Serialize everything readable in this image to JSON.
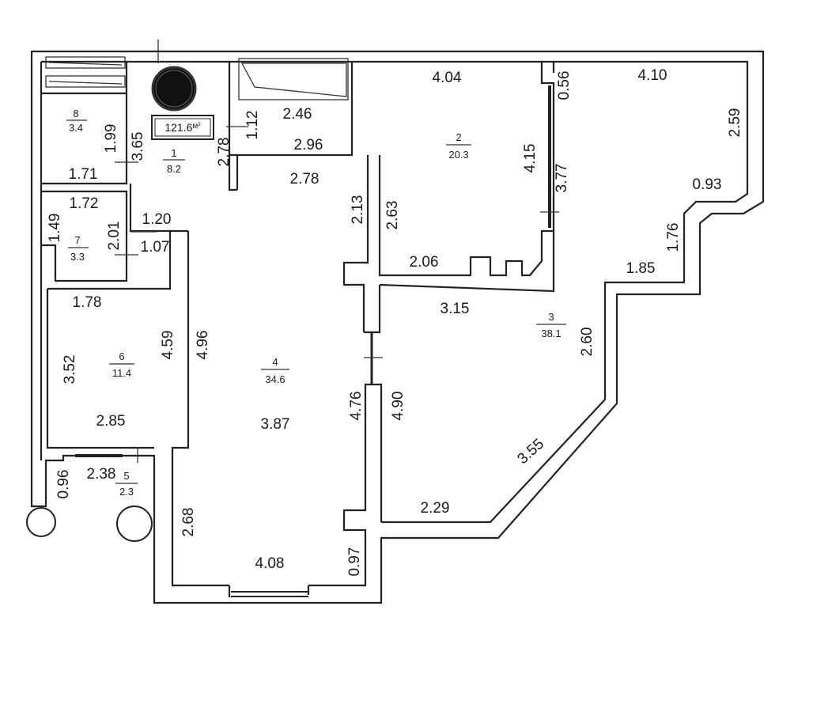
{
  "total_area": "121.6",
  "total_area_unit": "м²",
  "rooms": [
    {
      "id": "1",
      "area": "8.2"
    },
    {
      "id": "2",
      "area": "20.3"
    },
    {
      "id": "3",
      "area": "38.1"
    },
    {
      "id": "4",
      "area": "34.6"
    },
    {
      "id": "5",
      "area": "2.3"
    },
    {
      "id": "6",
      "area": "11.4"
    },
    {
      "id": "7",
      "area": "3.3"
    },
    {
      "id": "8",
      "area": "3.4"
    }
  ],
  "dimensions": [
    "4.04",
    "0.56",
    "4.10",
    "2.46",
    "1.12",
    "2.59",
    "2.96",
    "2.78",
    "2.78",
    "4.15",
    "0.93",
    "3.77",
    "2.13",
    "2.63",
    "1.76",
    "2.06",
    "1.85",
    "3.15",
    "2.60",
    "1.99",
    "3.65",
    "1.71",
    "1.72",
    "1.49",
    "2.01",
    "1.20",
    "1.07",
    "1.78",
    "3.52",
    "4.59",
    "4.96",
    "3.87",
    "4.76",
    "4.90",
    "3.55",
    "2.85",
    "0.96",
    "2.38",
    "2.29",
    "2.68",
    "4.08",
    "0.97"
  ]
}
